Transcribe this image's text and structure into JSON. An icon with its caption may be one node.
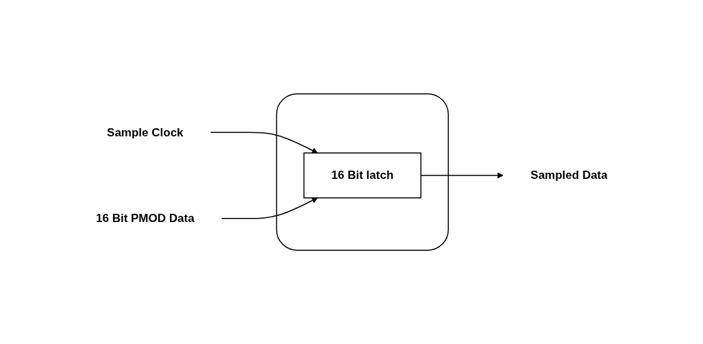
{
  "diagram": {
    "nodes": [
      {
        "text": [
          "Sample Clock"
        ]
      },
      {
        "text": [
          "16 Bit PMOD Data"
        ]
      },
      {
        "text": [],
        "shape": "box"
      },
      {
        "text": [
          "16 Bit latch"
        ],
        "in": 2
      },
      {
        "text": [
          "Sampled Data"
        ]
      }
    ],
    "edges": [
      {
        "from": 0,
        "to": 3,
        "arrow": "to"
      },
      {
        "from": 1,
        "to": 3,
        "arrow": "to"
      },
      {
        "from": 3,
        "to": 4,
        "arrow": "to"
      }
    ]
  }
}
